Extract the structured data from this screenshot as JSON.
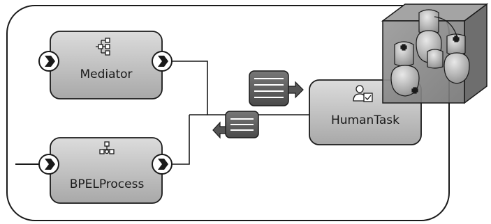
{
  "components": {
    "mediator": {
      "label": "Mediator",
      "icon": "mediator-icon"
    },
    "bpel": {
      "label": "BPELProcess",
      "icon": "bpel-icon"
    },
    "humantask": {
      "label": "HumanTask",
      "icon": "humantask-icon"
    }
  },
  "colors": {
    "component_fill_top": "#d8d8d8",
    "component_fill_bottom": "#a9a9a9",
    "stroke": "#1a1a1a",
    "service_fill": "#5b5b5b",
    "cube_fill": "#8c8c8c"
  }
}
